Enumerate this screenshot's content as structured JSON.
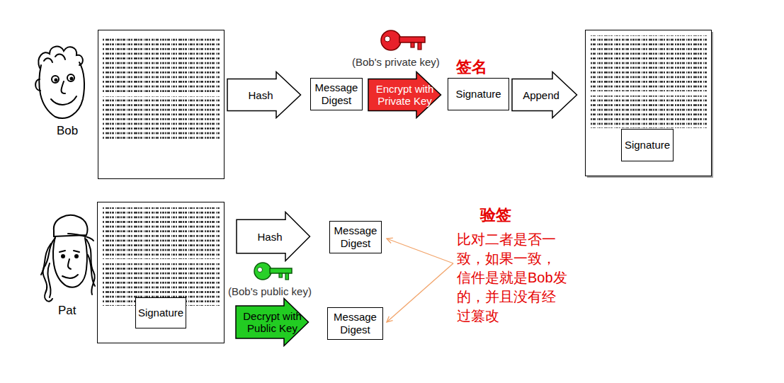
{
  "diagram": {
    "nodes": [
      {
        "text": [
          "Hash"
        ]
      },
      {
        "text": [
          "Message Digest"
        ]
      },
      {
        "text": [
          "Encrypt with Private Key"
        ]
      },
      {
        "text": [
          "Signature"
        ]
      },
      {
        "text": [
          "Append"
        ]
      },
      {
        "text": [
          "Signature"
        ]
      },
      {
        "text": [
          "Signature"
        ]
      },
      {
        "text": [
          "Hash"
        ]
      },
      {
        "text": [
          "Message Digest"
        ]
      },
      {
        "text": [
          "Decrypt with Public Key"
        ]
      },
      {
        "text": [
          "Message Digest"
        ]
      }
    ],
    "labels": [
      "Bob",
      "(Bob's private key)",
      "签名",
      "Pat",
      "(Bob's public key)",
      "验签",
      "比对二者是否一致，如果一致，信件是就是Bob发的，并且没有经过篡改"
    ]
  }
}
